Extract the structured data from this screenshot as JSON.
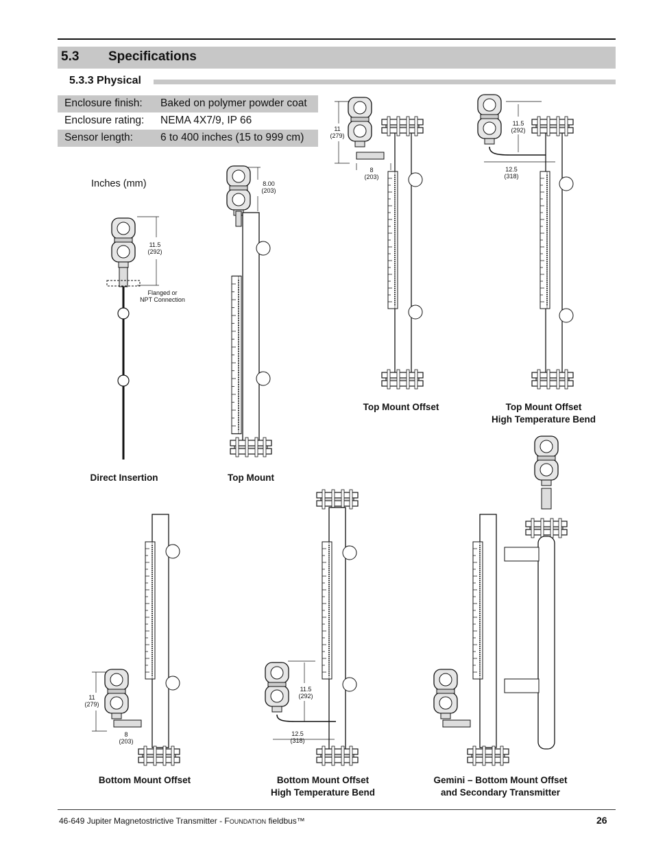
{
  "section": {
    "number": "5.3",
    "title": "Specifications"
  },
  "subsection": {
    "title": "5.3.3 Physical"
  },
  "specs": [
    {
      "label": "Enclosure finish:",
      "value": "Baked on polymer powder coat"
    },
    {
      "label": "Enclosure rating:",
      "value": "NEMA 4X7/9, IP 66"
    },
    {
      "label": "Sensor length:",
      "value": "6 to 400 inches (15 to 999 cm)"
    }
  ],
  "units_label": "Inches (mm)",
  "diagrams": {
    "direct_insertion": {
      "caption": "Direct Insertion",
      "dim_in": "11.5",
      "dim_mm": "(292)",
      "note_1": "Flanged or",
      "note_2": "NPT Connection"
    },
    "top_mount": {
      "caption": "Top Mount",
      "dim_in": "8.00",
      "dim_mm": "(203)"
    },
    "top_mount_offset": {
      "caption": "Top Mount Offset",
      "dim_v_in": "11",
      "dim_v_mm": "(279)",
      "dim_h_in": "8",
      "dim_h_mm": "(203)"
    },
    "top_mount_offset_htb": {
      "caption_1": "Top Mount Offset",
      "caption_2": "High Temperature Bend",
      "dim_v_in": "11.5",
      "dim_v_mm": "(292)",
      "dim_h_in": "12.5",
      "dim_h_mm": "(318)"
    },
    "bottom_mount_offset": {
      "caption": "Bottom Mount Offset",
      "dim_v_in": "11",
      "dim_v_mm": "(279)",
      "dim_h_in": "8",
      "dim_h_mm": "(203)"
    },
    "bottom_mount_offset_htb": {
      "caption_1": "Bottom Mount Offset",
      "caption_2": "High Temperature Bend",
      "dim_v_in": "11.5",
      "dim_v_mm": "(292)",
      "dim_h_in": "12.5",
      "dim_h_mm": "(318)"
    },
    "gemini": {
      "caption_1": "Gemini – Bottom Mount Offset",
      "caption_2": "and Secondary Transmitter"
    }
  },
  "footer": {
    "doc_prefix": "46-649 Jupiter Magnetostrictive Transmitter - F",
    "doc_smallcaps": "OUNDATION",
    "doc_suffix": " fieldbus™",
    "page": "26"
  }
}
